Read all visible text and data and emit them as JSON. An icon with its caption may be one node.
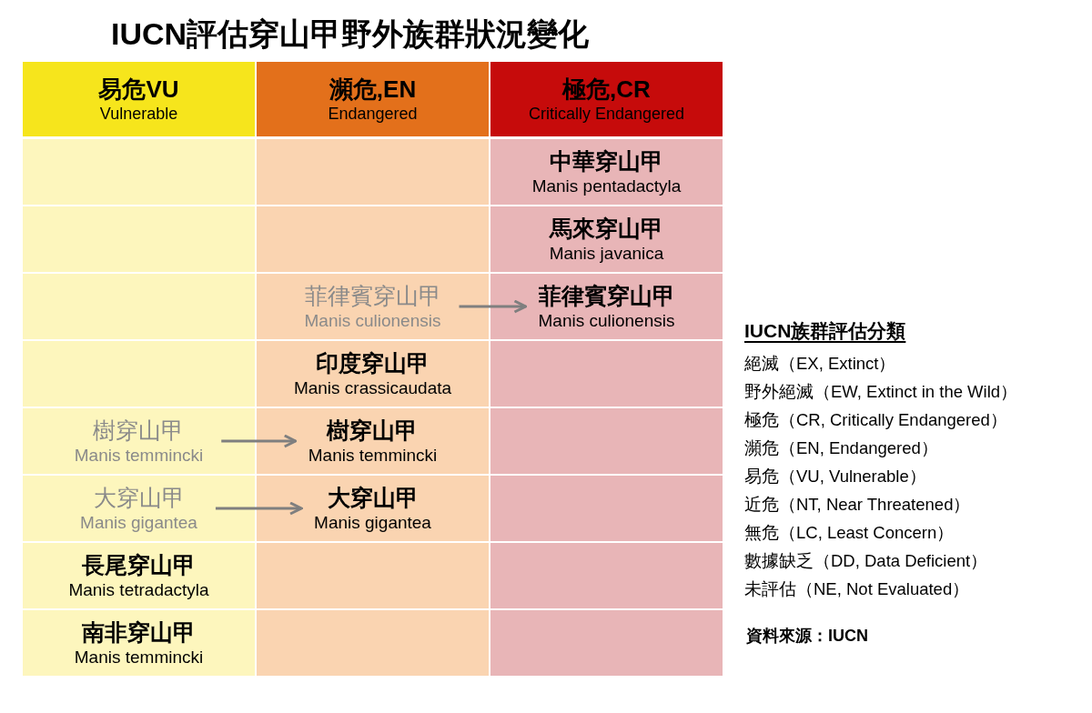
{
  "diagram": {
    "title": "IUCN評估穿山甲野外族群狀況變化",
    "nodes": [
      {
        "text": [
          "易危VU",
          "Vulnerable"
        ]
      },
      {
        "text": [
          "瀕危,EN",
          "Endangered"
        ]
      },
      {
        "text": [
          "極危,CR",
          "Critically Endangered"
        ]
      },
      {
        "text": [
          "中華穿山甲",
          "Manis pentadactyla"
        ]
      },
      {
        "text": [
          "馬來穿山甲",
          "Manis javanica"
        ]
      },
      {
        "text": [
          "菲律賓穿山甲",
          "Manis culionensis"
        ]
      },
      {
        "text": [
          "菲律賓穿山甲",
          "Manis culionensis"
        ]
      },
      {
        "text": [
          "印度穿山甲",
          "Manis crassicaudata"
        ]
      },
      {
        "text": [
          "樹穿山甲",
          "Manis temmincki"
        ]
      },
      {
        "text": [
          "樹穿山甲",
          "Manis temmincki"
        ]
      },
      {
        "text": [
          "大穿山甲",
          "Manis gigantea"
        ]
      },
      {
        "text": [
          "大穿山甲",
          "Manis gigantea"
        ]
      },
      {
        "text": [
          "長尾穿山甲",
          "Manis tetradactyla"
        ]
      },
      {
        "text": [
          "南非穿山甲",
          "Manis temmincki"
        ]
      }
    ],
    "edges": [
      {
        "from": 5,
        "to": 6,
        "arrow": "to"
      },
      {
        "from": 8,
        "to": 9,
        "arrow": "to"
      },
      {
        "from": 10,
        "to": 11,
        "arrow": "to"
      }
    ],
    "labels": [
      "IUCN族群評估分類",
      "絕滅（EX, Extinct）",
      "野外絕滅（EW, Extinct in the Wild）",
      "極危（CR, Critically Endangered）",
      "瀕危（EN, Endangered）",
      "易危（VU, Vulnerable）",
      "近危（NT, Near Threatened）",
      "無危（LC, Least Concern）",
      "數據缺乏（DD, Data Deficient）",
      "未評估（NE, Not Evaluated）",
      "資料來源：IUCN"
    ]
  }
}
